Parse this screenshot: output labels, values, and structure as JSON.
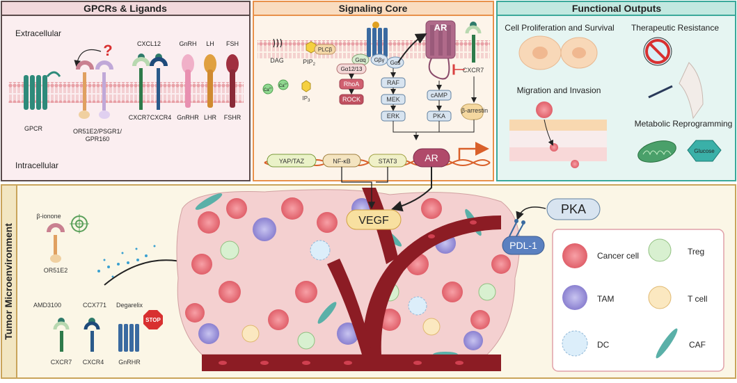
{
  "panels": {
    "gpcrs": {
      "title": "GPCRs & Ligands",
      "extracellular": "Extracellular",
      "intracellular": "Intracellular",
      "question": "?",
      "receptors": {
        "gpcr": "GPCR",
        "or51e2_group": "OR51E2/PSGR1/",
        "gpr160": "GPR160",
        "cxcl12": "CXCL12",
        "cxcr7": "CXCR7",
        "cxcr4": "CXCR4",
        "gnrh": "GnRH",
        "lh": "LH",
        "fsh": "FSH",
        "gnrhr": "GnRHR",
        "lhr": "LHR",
        "fshr": "FSHR"
      }
    },
    "signaling": {
      "title": "Signaling Core",
      "dag": "DAG",
      "pip2": "PIP",
      "pip2_sub": "2",
      "plcb": "PLCβ",
      "ca": "Ca",
      "ca_sup": "2+",
      "ip3": "IP",
      "ip3_sub": "3",
      "gaq": "Gαq",
      "gby": "Gβγ",
      "gas": "Gαs",
      "ga1213": "Gα12/13",
      "rhoa": "RhoA",
      "rock": "ROCK",
      "raf": "RAF",
      "mek": "MEK",
      "erk": "ERK",
      "camp": "cAMP",
      "pka": "PKA",
      "ar_receptor": "AR",
      "cxcr7": "CXCR7",
      "b_arrestin": "β-arrestin",
      "yap_taz": "YAP/TAZ",
      "nfkb": "NF-κB",
      "stat3": "STAT3",
      "ar_nuclear": "AR"
    },
    "outputs": {
      "title": "Functional Outputs",
      "proliferation": "Cell Proliferation and Survival",
      "resistance": "Therapeutic Resistance",
      "migration": "Migration and Invasion",
      "metabolic": "Metabolic Reprogramming",
      "glucose": "Glucose"
    },
    "tme": {
      "title": "Tumor Microenvironment",
      "b_ionone": "β-ionone",
      "or51e2": "OR51E2",
      "amd3100": "AMD3100",
      "ccx771": "CCX771",
      "degarelix": "Degarelix",
      "stop": "STOP",
      "cxcr7": "CXCR7",
      "cxcr4": "CXCR4",
      "gnrhr": "GnRHR",
      "vegf": "VEGF",
      "pka": "PKA",
      "pdl1": "PDL-1",
      "legend": {
        "cancer": "Cancer cell",
        "treg": "Treg",
        "tam": "TAM",
        "tcell": "T cell",
        "dc": "DC",
        "caf": "CAF"
      }
    }
  },
  "colors": {
    "panel1_border": "#5a4a4a",
    "panel1_bg": "#fbeef0",
    "panel2_border": "#e8904a",
    "panel2_bg": "#fdf4ea",
    "panel3_border": "#3aa89a",
    "panel3_bg": "#e6f5f2",
    "tme_border": "#c9a45a",
    "tme_bg": "#fbf6e6",
    "membrane": "#e89aa0",
    "vessel": "#8c1c24"
  }
}
